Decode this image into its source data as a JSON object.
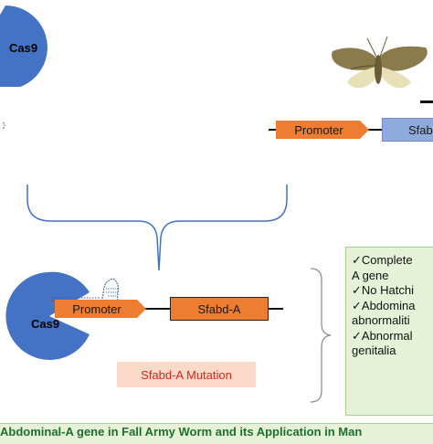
{
  "top_cas9_label": "Cas9",
  "bottom_cas9_label": "Cas9",
  "top_gene": {
    "promoter": "Promoter",
    "gene": "Sfab"
  },
  "bottom_gene": {
    "promoter": "Promoter",
    "gene": "Sfabd-A"
  },
  "mutation_label": "Sfabd-A Mutation",
  "results": [
    {
      "check": "✓",
      "line1": "Complete",
      "line2": "A gene"
    },
    {
      "check": "✓",
      "line1": "No Hatchi",
      "line2": ""
    },
    {
      "check": "✓",
      "line1": "Abdomina",
      "line2": "abnormaliti"
    },
    {
      "check": "✓",
      "line1": "Abnormal",
      "line2": "genitalia"
    }
  ],
  "banner_text": "Abdominal-A gene in Fall Army Worm and its Application in Man",
  "colors": {
    "cas9_blue": "#4472c4",
    "promoter_orange": "#ed7d31",
    "gene_blue": "#8faadc",
    "results_green": "#e6f2d8",
    "banner_text": "#1f6e2e",
    "mutation_text": "#d6281b"
  },
  "icons": [
    "moth-icon",
    "cas9-icon",
    "checkmark-icon"
  ]
}
